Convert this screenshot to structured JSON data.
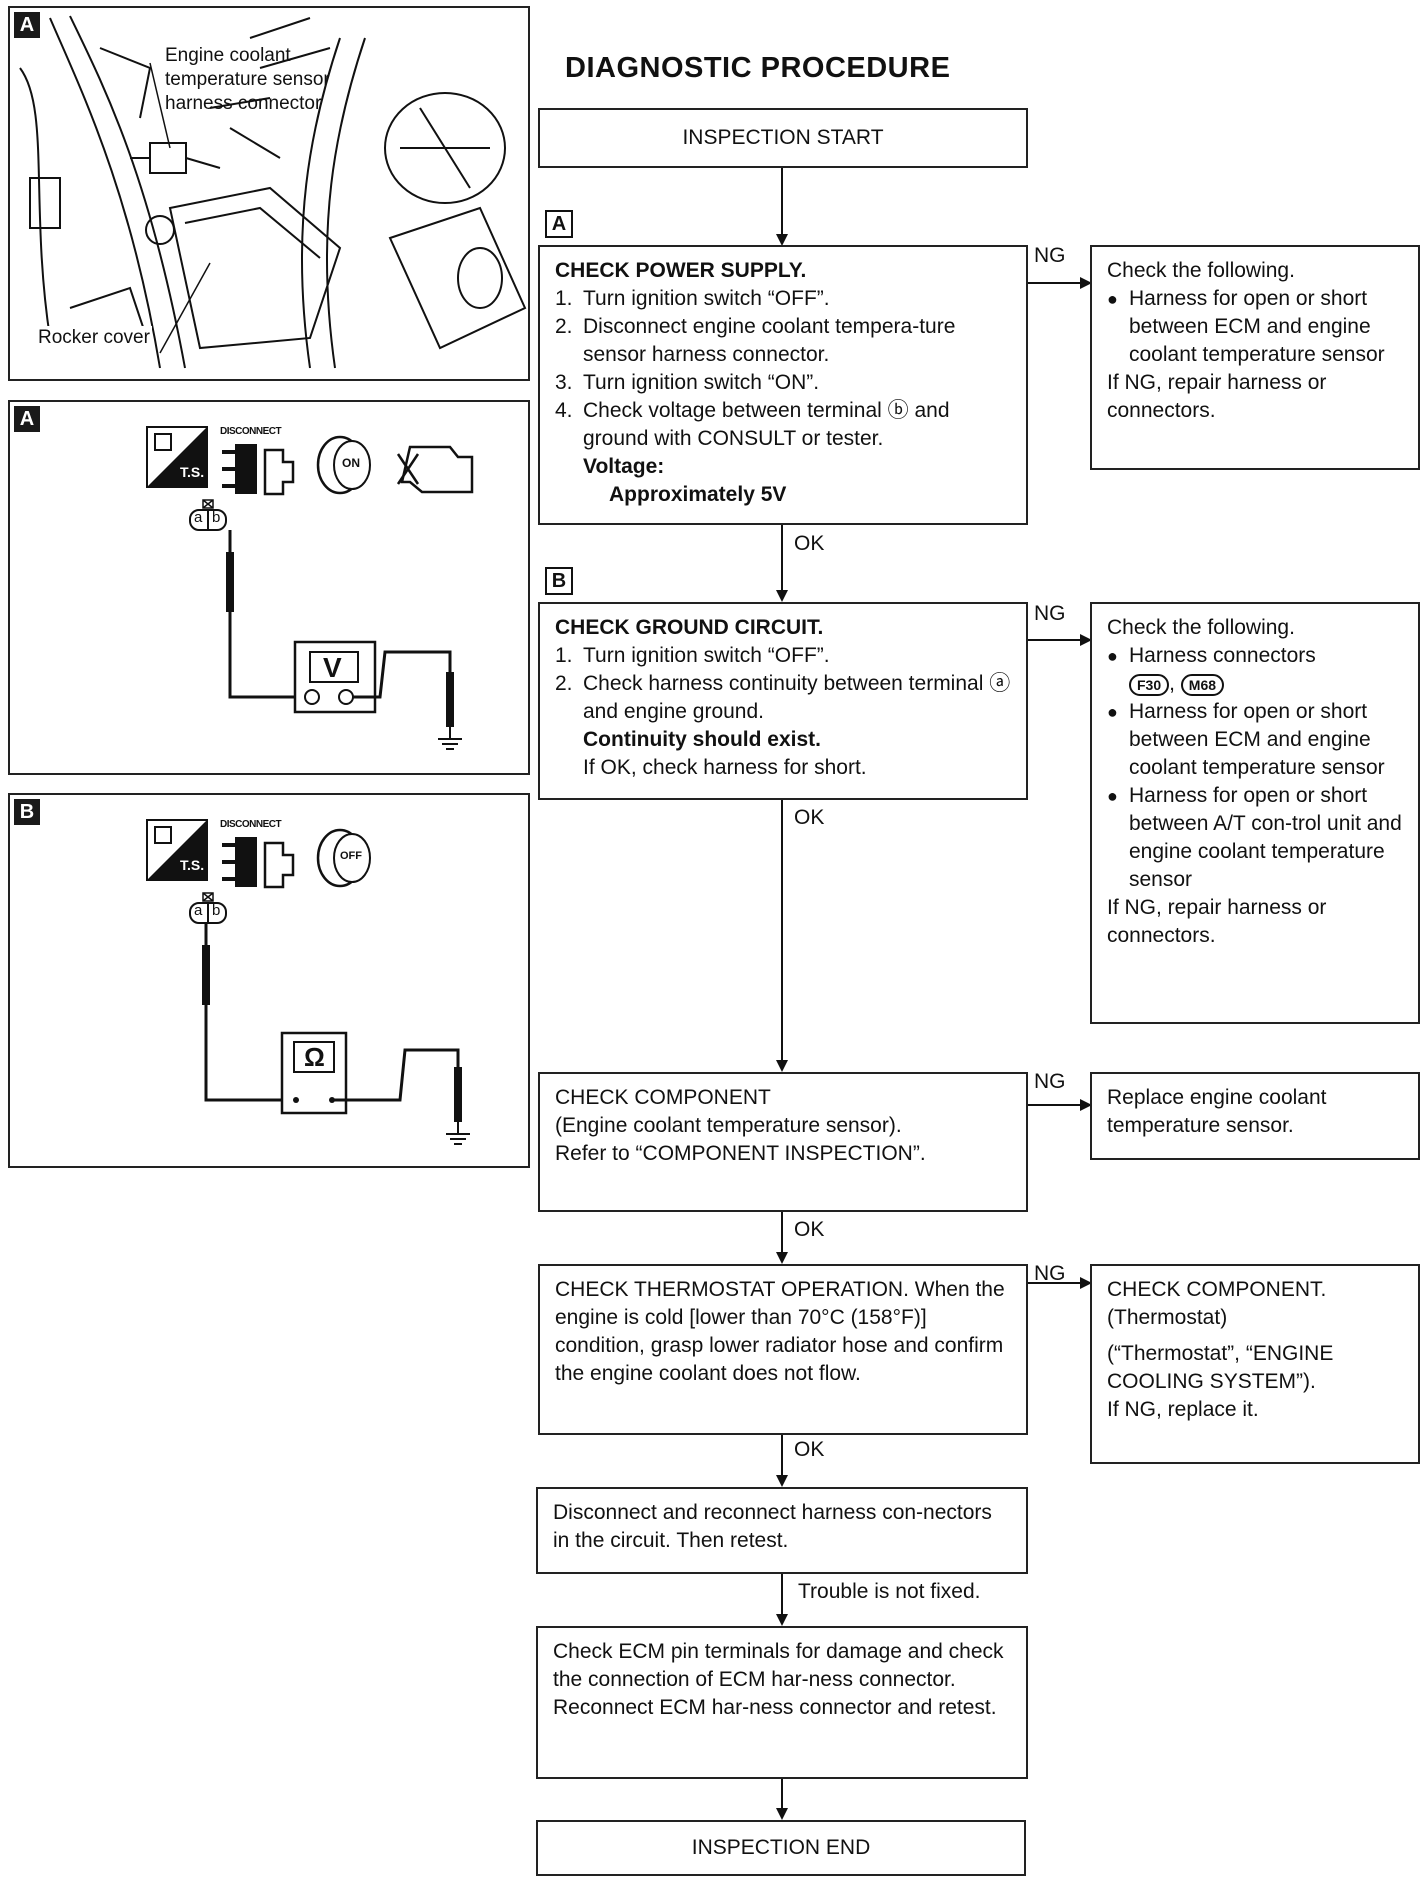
{
  "page": {
    "heading": "DIAGNOSTIC PROCEDURE"
  },
  "left": {
    "photo": {
      "tag": "A",
      "label_connector": [
        "Engine coolant",
        "temperature sensor",
        "harness connector"
      ],
      "label_rocker": "Rocker cover"
    },
    "diagA": {
      "tag": "A",
      "icons": [
        "ts-icon",
        "disconnect-icon",
        "ignition-on-icon",
        "engine-icon"
      ],
      "disconnect_label": "DISCONNECT",
      "ts_label": "T.S.",
      "key_label": "ON",
      "terminals": [
        "a",
        "b"
      ],
      "meter_symbol": "V"
    },
    "diagB": {
      "tag": "B",
      "disconnect_label": "DISCONNECT",
      "ts_label": "T.S.",
      "key_label": "OFF",
      "terminals": [
        "a",
        "b"
      ],
      "meter_symbol": "Ω"
    }
  },
  "flow": {
    "start": "INSPECTION START",
    "tagA": "A",
    "tagB": "B",
    "ng": "NG",
    "ok": "OK",
    "step1": {
      "title": "CHECK POWER SUPPLY.",
      "items": [
        {
          "n": "1.",
          "t": "Turn ignition switch “OFF”."
        },
        {
          "n": "2.",
          "t": "Disconnect engine coolant tempera-ture sensor harness connector."
        },
        {
          "n": "3.",
          "t": "Turn ignition switch “ON”."
        },
        {
          "n": "4.",
          "t": "Check voltage between terminal ⓑ and ground with CONSULT or tester."
        }
      ],
      "spec_label": "Voltage:",
      "spec_value": "Approximately 5V"
    },
    "step1_ng": {
      "intro": "Check the following.",
      "bullets": [
        "Harness for open or short between ECM and engine coolant temperature sensor"
      ],
      "outro": "If NG, repair harness or connectors."
    },
    "step2": {
      "title": "CHECK GROUND CIRCUIT.",
      "items": [
        {
          "n": "1.",
          "t": "Turn ignition switch “OFF”."
        },
        {
          "n": "2.",
          "t": "Check harness continuity between terminal ⓐ and engine ground."
        }
      ],
      "spec": "Continuity should exist.",
      "note": "If OK, check harness for short."
    },
    "step2_ng": {
      "intro": "Check the following.",
      "connectors_label": "Harness connectors",
      "conn1": "F30",
      "conn2": "M68",
      "bullets": [
        "Harness for open or short between ECM and engine coolant temperature sensor",
        "Harness for open or short between A/T con-trol unit and engine coolant temperature sensor"
      ],
      "outro": "If NG, repair harness or connectors."
    },
    "step3": {
      "lines": [
        "CHECK COMPONENT",
        "(Engine coolant temperature sensor).",
        "Refer to “COMPONENT INSPECTION”."
      ]
    },
    "step3_ng": {
      "text": "Replace engine coolant temperature sensor."
    },
    "step4": {
      "text": "CHECK THERMOSTAT OPERATION. When the engine is cold [lower than 70°C (158°F)] condition, grasp lower radiator hose and confirm the engine coolant does not flow."
    },
    "step4_ng": {
      "line1": "CHECK COMPONENT.",
      "line2": "(Thermostat)",
      "line3": "(“Thermostat”, “ENGINE COOLING SYSTEM”).",
      "line4": "If NG, replace it."
    },
    "step5": {
      "text": "Disconnect and reconnect harness con-nectors in the circuit. Then retest."
    },
    "trouble": "Trouble is not fixed.",
    "step6": {
      "text": "Check ECM pin terminals for damage and check the connection of ECM har-ness connector. Reconnect ECM har-ness connector and retest."
    },
    "end": "INSPECTION END"
  }
}
